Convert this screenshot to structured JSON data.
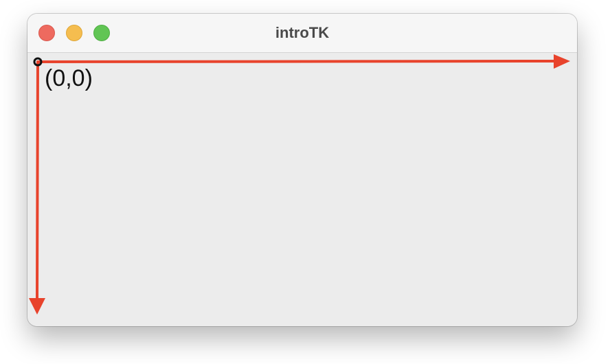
{
  "window": {
    "title": "introTK"
  },
  "canvas": {
    "origin_label": "(0,0)",
    "axis_color": "#e8432c"
  },
  "icons": {
    "close": "close-traffic-light",
    "minimize": "minimize-traffic-light",
    "zoom": "zoom-traffic-light"
  },
  "colors": {
    "close": "#ee6a5f",
    "minimize": "#f5bd4f",
    "zoom": "#61c554",
    "window_bg": "#ececec"
  }
}
